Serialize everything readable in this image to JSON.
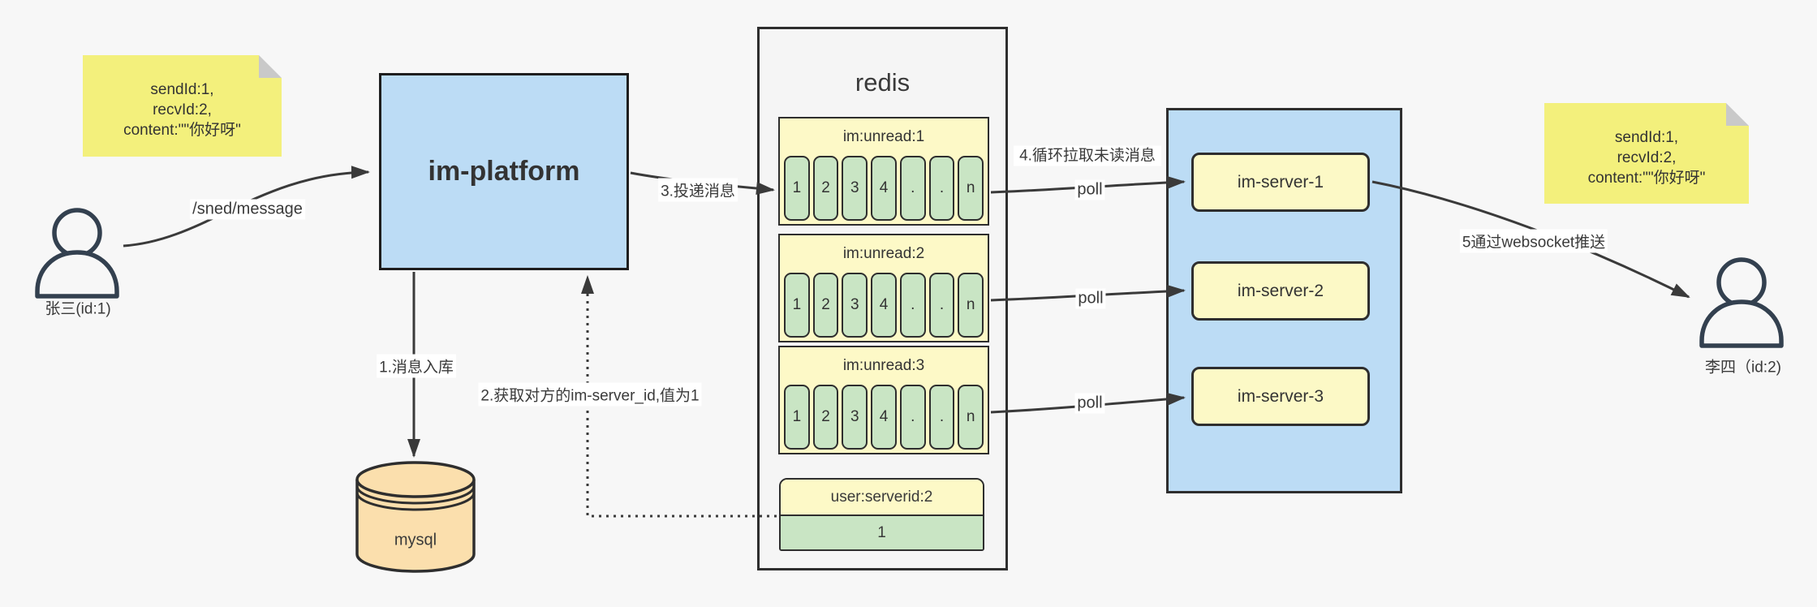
{
  "colors": {
    "background": "#f7f7f7",
    "blue_fill": "#bcdcf5",
    "sticky_yellow": "#f3f07c",
    "pale_yellow": "#fdf9c7",
    "cell_green": "#c9e5c4",
    "mysql_orange": "#fbdfad",
    "line_ink": "#3a3a3a",
    "person_ink": "#33404f"
  },
  "notes": {
    "sender": {
      "lines": [
        "sendId:1,",
        "recvId:2,",
        "content:\"\"你好呀\""
      ]
    },
    "receiver": {
      "lines": [
        "sendId:1,",
        "recvId:2,",
        "content:\"\"你好呀\""
      ]
    }
  },
  "actors": {
    "sender": {
      "label": "张三(id:1)"
    },
    "receiver": {
      "label": "李四（id:2)"
    }
  },
  "platform": {
    "label": "im-platform"
  },
  "database": {
    "label": "mysql"
  },
  "redis": {
    "title": "redis",
    "queues": [
      {
        "name": "im:unread:1",
        "cells": [
          "1",
          "2",
          "3",
          "4",
          ".",
          ".",
          "n"
        ]
      },
      {
        "name": "im:unread:2",
        "cells": [
          "1",
          "2",
          "3",
          "4",
          ".",
          ".",
          "n"
        ]
      },
      {
        "name": "im:unread:3",
        "cells": [
          "1",
          "2",
          "3",
          "4",
          ".",
          ".",
          "n"
        ]
      }
    ],
    "kv": {
      "key": "user:serverid:2",
      "value": "1"
    }
  },
  "server_cluster": {
    "servers": [
      {
        "label": "im-server-1"
      },
      {
        "label": "im-server-2"
      },
      {
        "label": "im-server-3"
      }
    ]
  },
  "edge_labels": {
    "send_api": "/sned/message",
    "step1": "1.消息入库",
    "step2": "2.获取对方的im-server_id,值为1",
    "step3": "3.投递消息",
    "step4": "4.循环拉取未读消息",
    "step5": "5通过websocket推送",
    "poll1": "poll",
    "poll2": "poll",
    "poll3": "poll"
  }
}
